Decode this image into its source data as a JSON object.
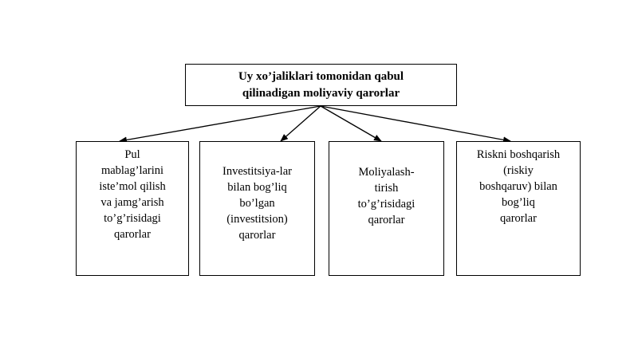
{
  "diagram": {
    "root": {
      "label": "Uy xo’jaliklari tomonidan qabul\nqilinadigan moliyaviy qarorlar"
    },
    "children": [
      {
        "label": "Pul\nmablag’larini\niste’mol qilish\nva jamg’arish\nto’g’risidagi\nqarorlar"
      },
      {
        "label": "Investitsiya-lar\nbilan bog’liq\nbo’lgan\n(investitsion)\nqarorlar"
      },
      {
        "label": "Moliyalash-\ntirish\nto’g’risidagi\nqarorlar"
      },
      {
        "label": "Riskni boshqarish\n(riskiy\nboshqaruv) bilan\nbog’liq\nqarorlar"
      }
    ]
  },
  "colors": {
    "stroke": "#000000",
    "background": "#ffffff"
  }
}
